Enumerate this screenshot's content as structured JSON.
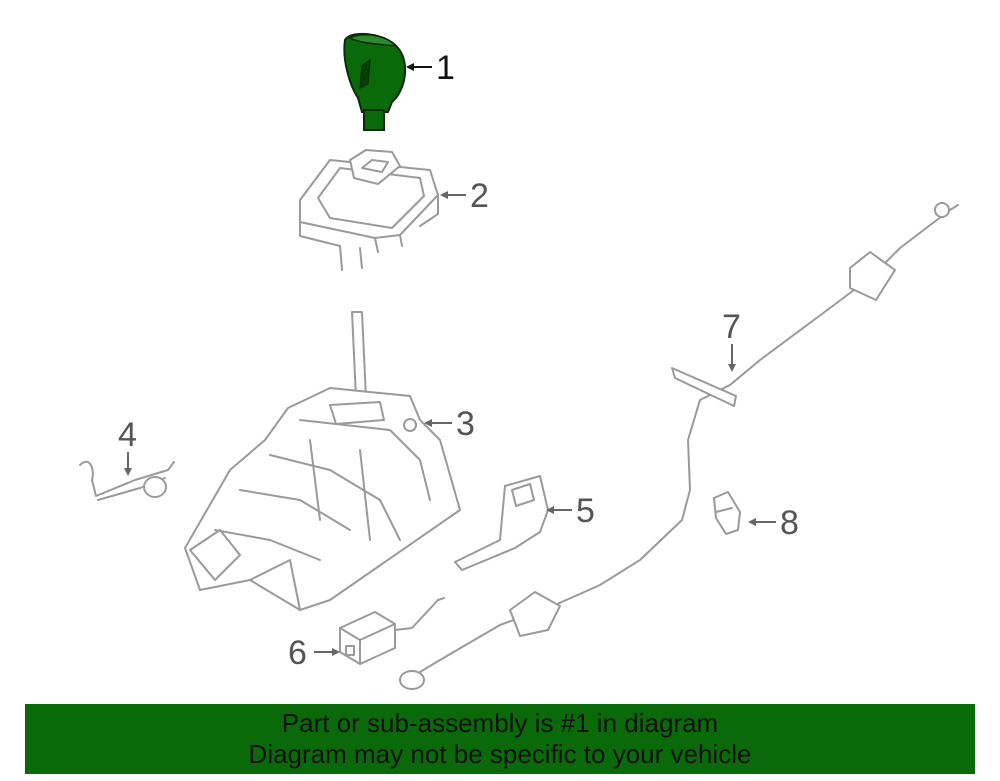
{
  "diagram": {
    "callouts": {
      "c1": "1",
      "c2": "2",
      "c3": "3",
      "c4": "4",
      "c5": "5",
      "c6": "6",
      "c7": "7",
      "c8": "8"
    },
    "highlight_color": "#0a6a0a",
    "part_line_color": "#9a9a9a"
  },
  "banner": {
    "line1": "Part or sub-assembly is #1 in diagram",
    "line2": "Diagram may not be specific to your vehicle",
    "background": "#0a6a0a"
  }
}
